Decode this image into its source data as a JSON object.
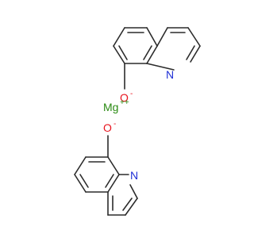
{
  "molecule": {
    "mg_label": "Mg",
    "mg_charge": "++",
    "oxygen_label": "O",
    "oxygen_charge": "-",
    "nitrogen_label": "N",
    "colors": {
      "bond": "#2b2b2b",
      "oxygen": "#e8141e",
      "nitrogen": "#1f2fd6",
      "magnesium": "#2a8a12"
    }
  }
}
